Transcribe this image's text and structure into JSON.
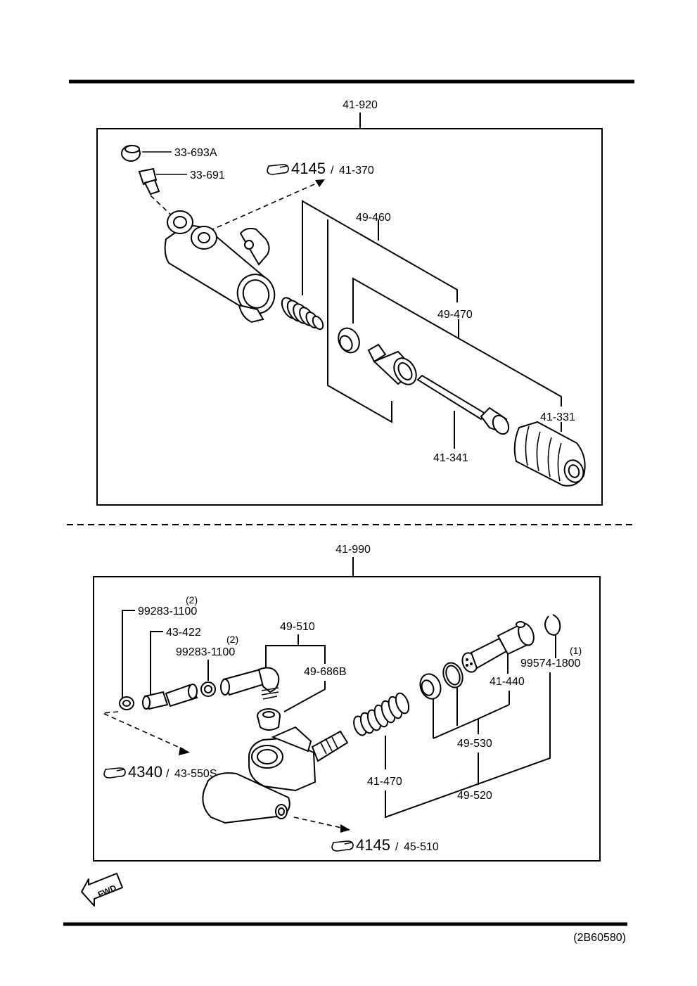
{
  "upper_assembly": {
    "assembly_label": "41-920",
    "labels": {
      "bleeder_cap": "33-693A",
      "bleeder_screw": "33-691",
      "kit_outer": "49-460",
      "kit_inner": "49-470",
      "boot": "41-331",
      "push_rod": "41-341"
    },
    "reference": {
      "number": "4145",
      "part": "41-370"
    }
  },
  "lower_assembly": {
    "assembly_label": "41-990",
    "labels": {
      "clip_a": "99283-1100",
      "clip_a_qty": "(2)",
      "hose_joint": "43-422",
      "clip_b": "99283-1100",
      "clip_b_qty": "(2)",
      "reservoir_kit": "49-510",
      "reservoir_bush": "49-686B",
      "snap_ring": "99574-1800",
      "snap_ring_qty": "(1)",
      "piston": "41-440",
      "seal_kit": "49-530",
      "spring": "41-470",
      "piston_kit": "49-520"
    },
    "reference_left": {
      "number": "4340",
      "part": "43-550S"
    },
    "reference_bottom": {
      "number": "4145",
      "part": "45-510"
    }
  },
  "fwd_label": "FWD",
  "diagram_code": "(2B60580)"
}
